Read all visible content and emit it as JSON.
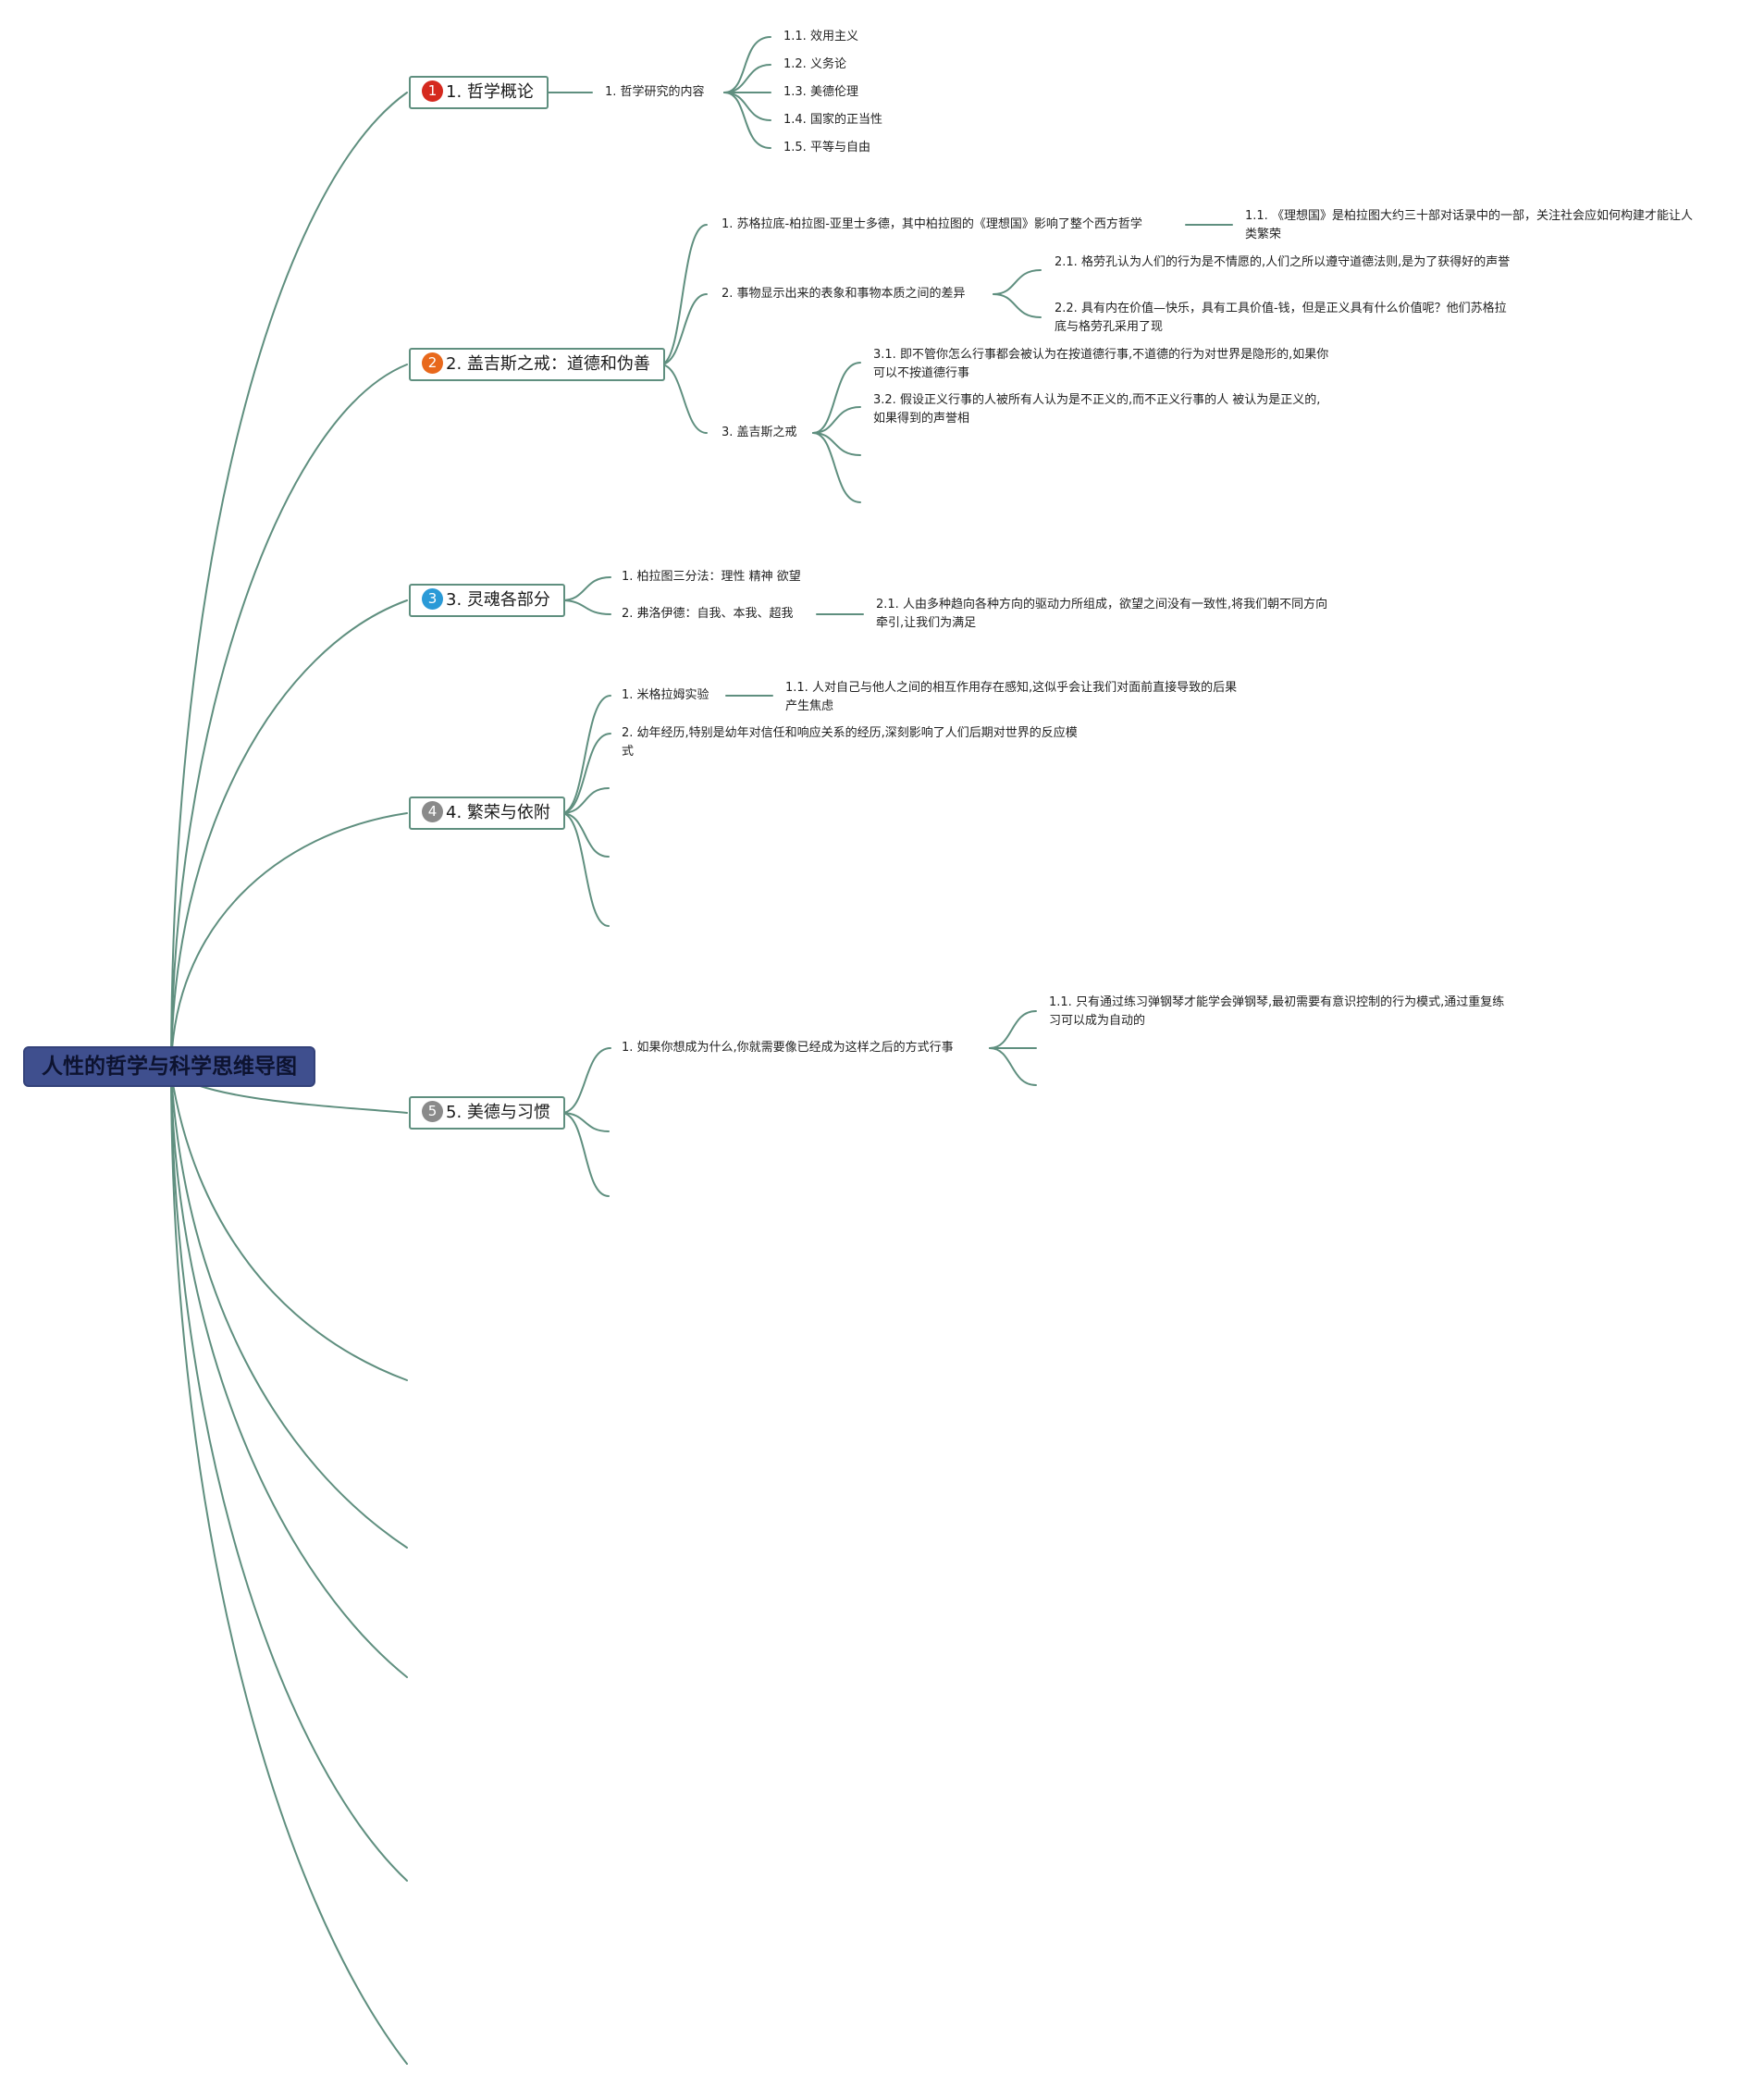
{
  "root": "人性的哲学与科学思维导图",
  "topics": [
    {
      "badge": "1",
      "label": "1. 哲学概论"
    },
    {
      "badge": "2",
      "label": "2. 盖吉斯之戒：道德和伪善"
    },
    {
      "badge": "3",
      "label": "3. 灵魂各部分"
    },
    {
      "badge": "4",
      "label": "4. 繁荣与依附"
    },
    {
      "badge": "5",
      "label": "5. 美德与习惯"
    }
  ],
  "t1": {
    "sub": "1. 哲学研究的内容",
    "items": [
      "1.1. 效用主义",
      "1.2. 义务论",
      "1.3. 美德伦理",
      "1.4. 国家的正当性",
      "1.5. 平等与自由"
    ]
  },
  "t2": {
    "s1": "1. 苏格拉底-柏拉图-亚里士多德，其中柏拉图的《理想国》影响了整个西方哲学",
    "s1_1": "1.1. 《理想国》是柏拉图大约三十部对话录中的一部，关注社会应如何构建才能让人类繁荣",
    "s2": "2. 事物显示出来的表象和事物本质之间的差异",
    "s2_1": "2.1. 格劳孔认为人们的行为是不情愿的,人们之所以遵守道德法则,是为了获得好的声誉",
    "s2_2": "2.2. 具有内在价值—快乐，具有工具价值-钱，但是正义具有什么价值呢？他们苏格拉底与格劳孔采用了现",
    "s3": "3. 盖吉斯之戒",
    "s3_1": "3.1. 即不管你怎么行事都会被认为在按道德行事,不道德的行为对世界是隐形的,如果你可以不按道德行事",
    "s3_2": "3.2. 假设正义行事的人被所有人认为是不正义的,而不正义行事的人 被认为是正义的,如果得到的声誉相"
  },
  "t3": {
    "s1": "1. 柏拉图三分法：理性 精神 欲望",
    "s2": "2. 弗洛伊德：自我、本我、超我",
    "s2_1": "2.1. 人由多种趋向各种方向的驱动力所组成，欲望之间没有一致性,将我们朝不同方向牵引,让我们为满足"
  },
  "t4": {
    "s1": "1. 米格拉姆实验",
    "s1_1": "1.1. 人对自己与他人之间的相互作用存在感知,这似乎会让我们对面前直接导致的后果产生焦虑",
    "s2": "2. 幼年经历,特别是幼年对信任和响应关系的经历,深刻影响了人们后期对世界的反应模式"
  },
  "t5": {
    "s1": "1. 如果你想成为什么,你就需要像已经成为这样之后的方式行事",
    "s1_1": "1.1. 只有通过练习弹钢琴才能学会弹钢琴,最初需要有意识控制的行为模式,通过重复练习可以成为自动的"
  },
  "colors": {
    "line": "#5f8f7f",
    "root_fill": "#3f4f8e",
    "badge1": "#d5291e",
    "badge2": "#e8681c",
    "badge3": "#2a9ad7",
    "badge45": "#8a8a8a"
  }
}
